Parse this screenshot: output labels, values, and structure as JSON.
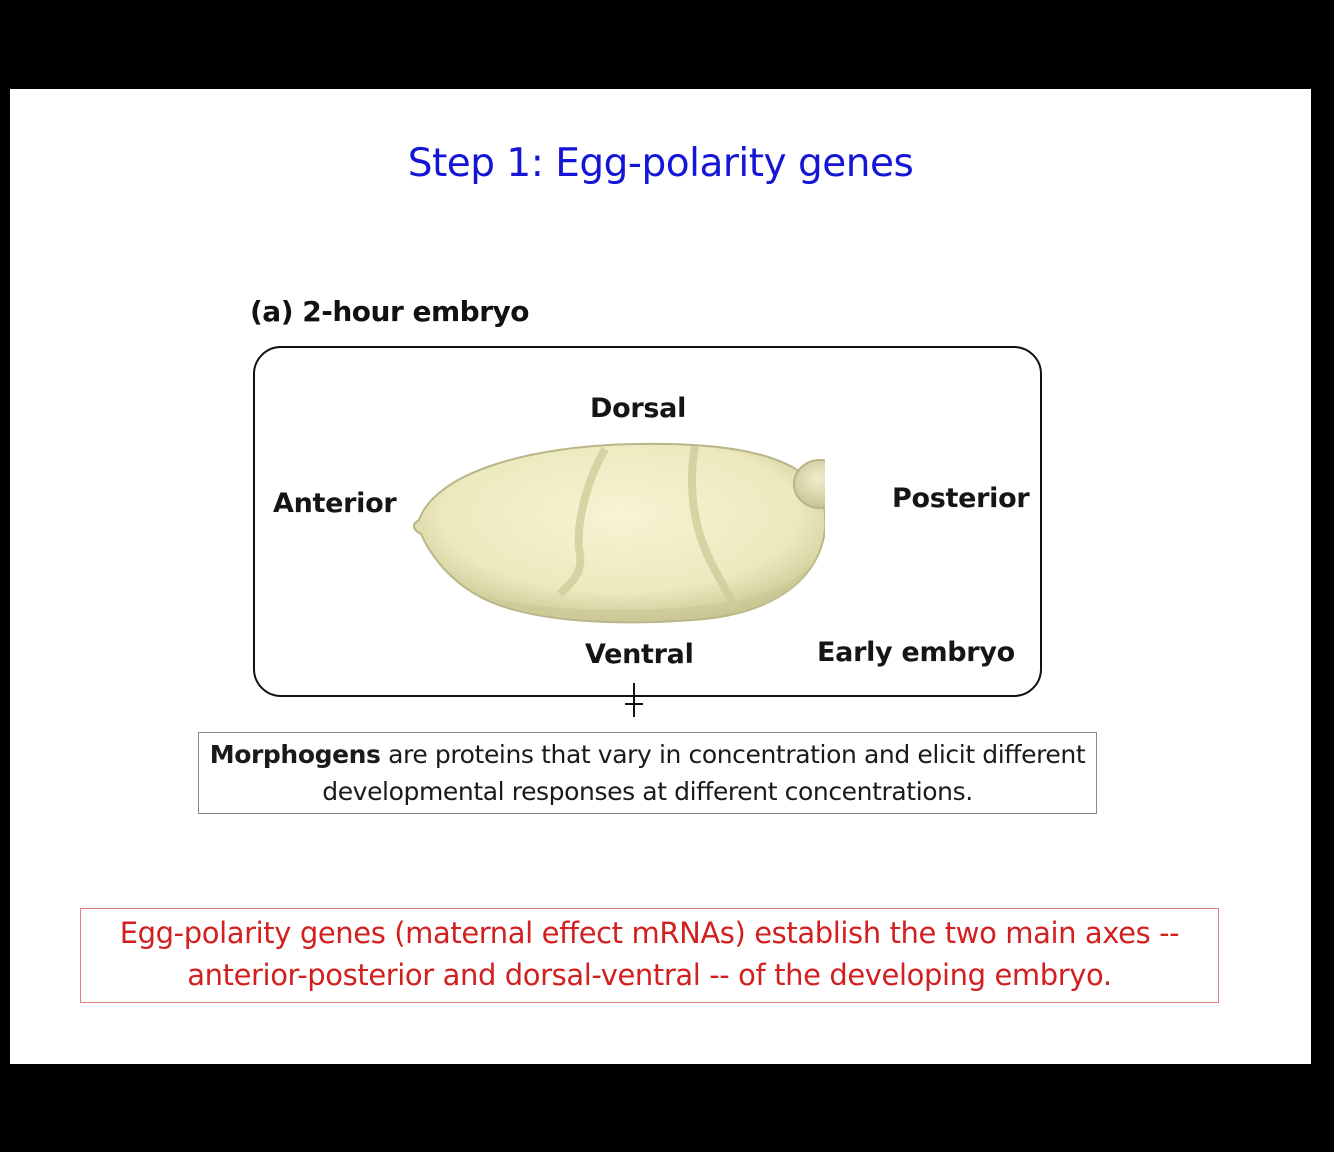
{
  "slide": {
    "title": "Step 1: Egg-polarity genes"
  },
  "figure": {
    "panel_label": "(a)  2-hour embryo",
    "labels": {
      "dorsal": "Dorsal",
      "anterior": "Anterior",
      "posterior": "Posterior",
      "ventral": "Ventral",
      "early_embryo": "Early embryo"
    }
  },
  "morphogen_note": {
    "term": "Morphogens",
    "line1_rest": " are proteins that vary in concentration and elicit different",
    "line2": "developmental responses at different concentrations."
  },
  "summary": {
    "line1": "Egg-polarity genes (maternal effect mRNAs) establish the two main axes --",
    "line2": "anterior-posterior and dorsal-ventral -- of the developing embryo."
  },
  "colors": {
    "title": "#1515d6",
    "summary_text": "#d21f1f",
    "embryo_fill": "#ecebc0"
  }
}
